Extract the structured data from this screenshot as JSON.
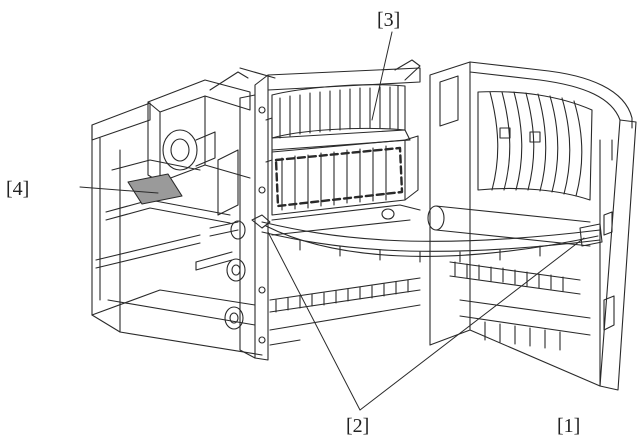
{
  "callouts": {
    "c1": "[1]",
    "c2": "[2]",
    "c3": "[3]",
    "c4": "[4]"
  },
  "colors": {
    "line": "#2a2a2a",
    "background": "#ffffff",
    "shade": "#9a9a9a"
  },
  "icons": [
    "printer-duplex-unit-illustration"
  ]
}
